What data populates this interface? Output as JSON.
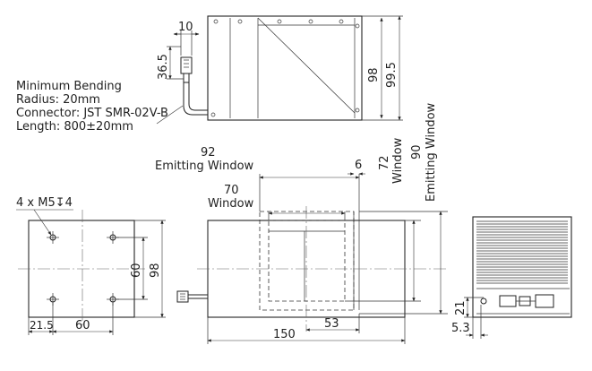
{
  "notes": {
    "cable": [
      "Minimum Bending",
      "Radius: 20mm",
      "Connector: JST SMR-02V-B",
      "Length: 800±20mm"
    ],
    "hole": "4 x M5↧4"
  },
  "dimensions": {
    "top_width": "10",
    "top_offset": "36.5",
    "top_height_a": "98",
    "top_height_b": "99.5",
    "front_window_92": "92",
    "front_window_92_label": "Emitting Window",
    "front_window_70": "70",
    "front_window_70_label": "Window",
    "front_6": "6",
    "front_72": "72",
    "front_72_label": "Window",
    "front_90": "90",
    "front_90_label": "Emitting Window",
    "front_53": "53",
    "front_150": "150",
    "left_60v": "60",
    "left_98": "98",
    "left_21_5": "21.5",
    "left_60h": "60",
    "right_21": "21",
    "right_5_3": "5.3"
  }
}
